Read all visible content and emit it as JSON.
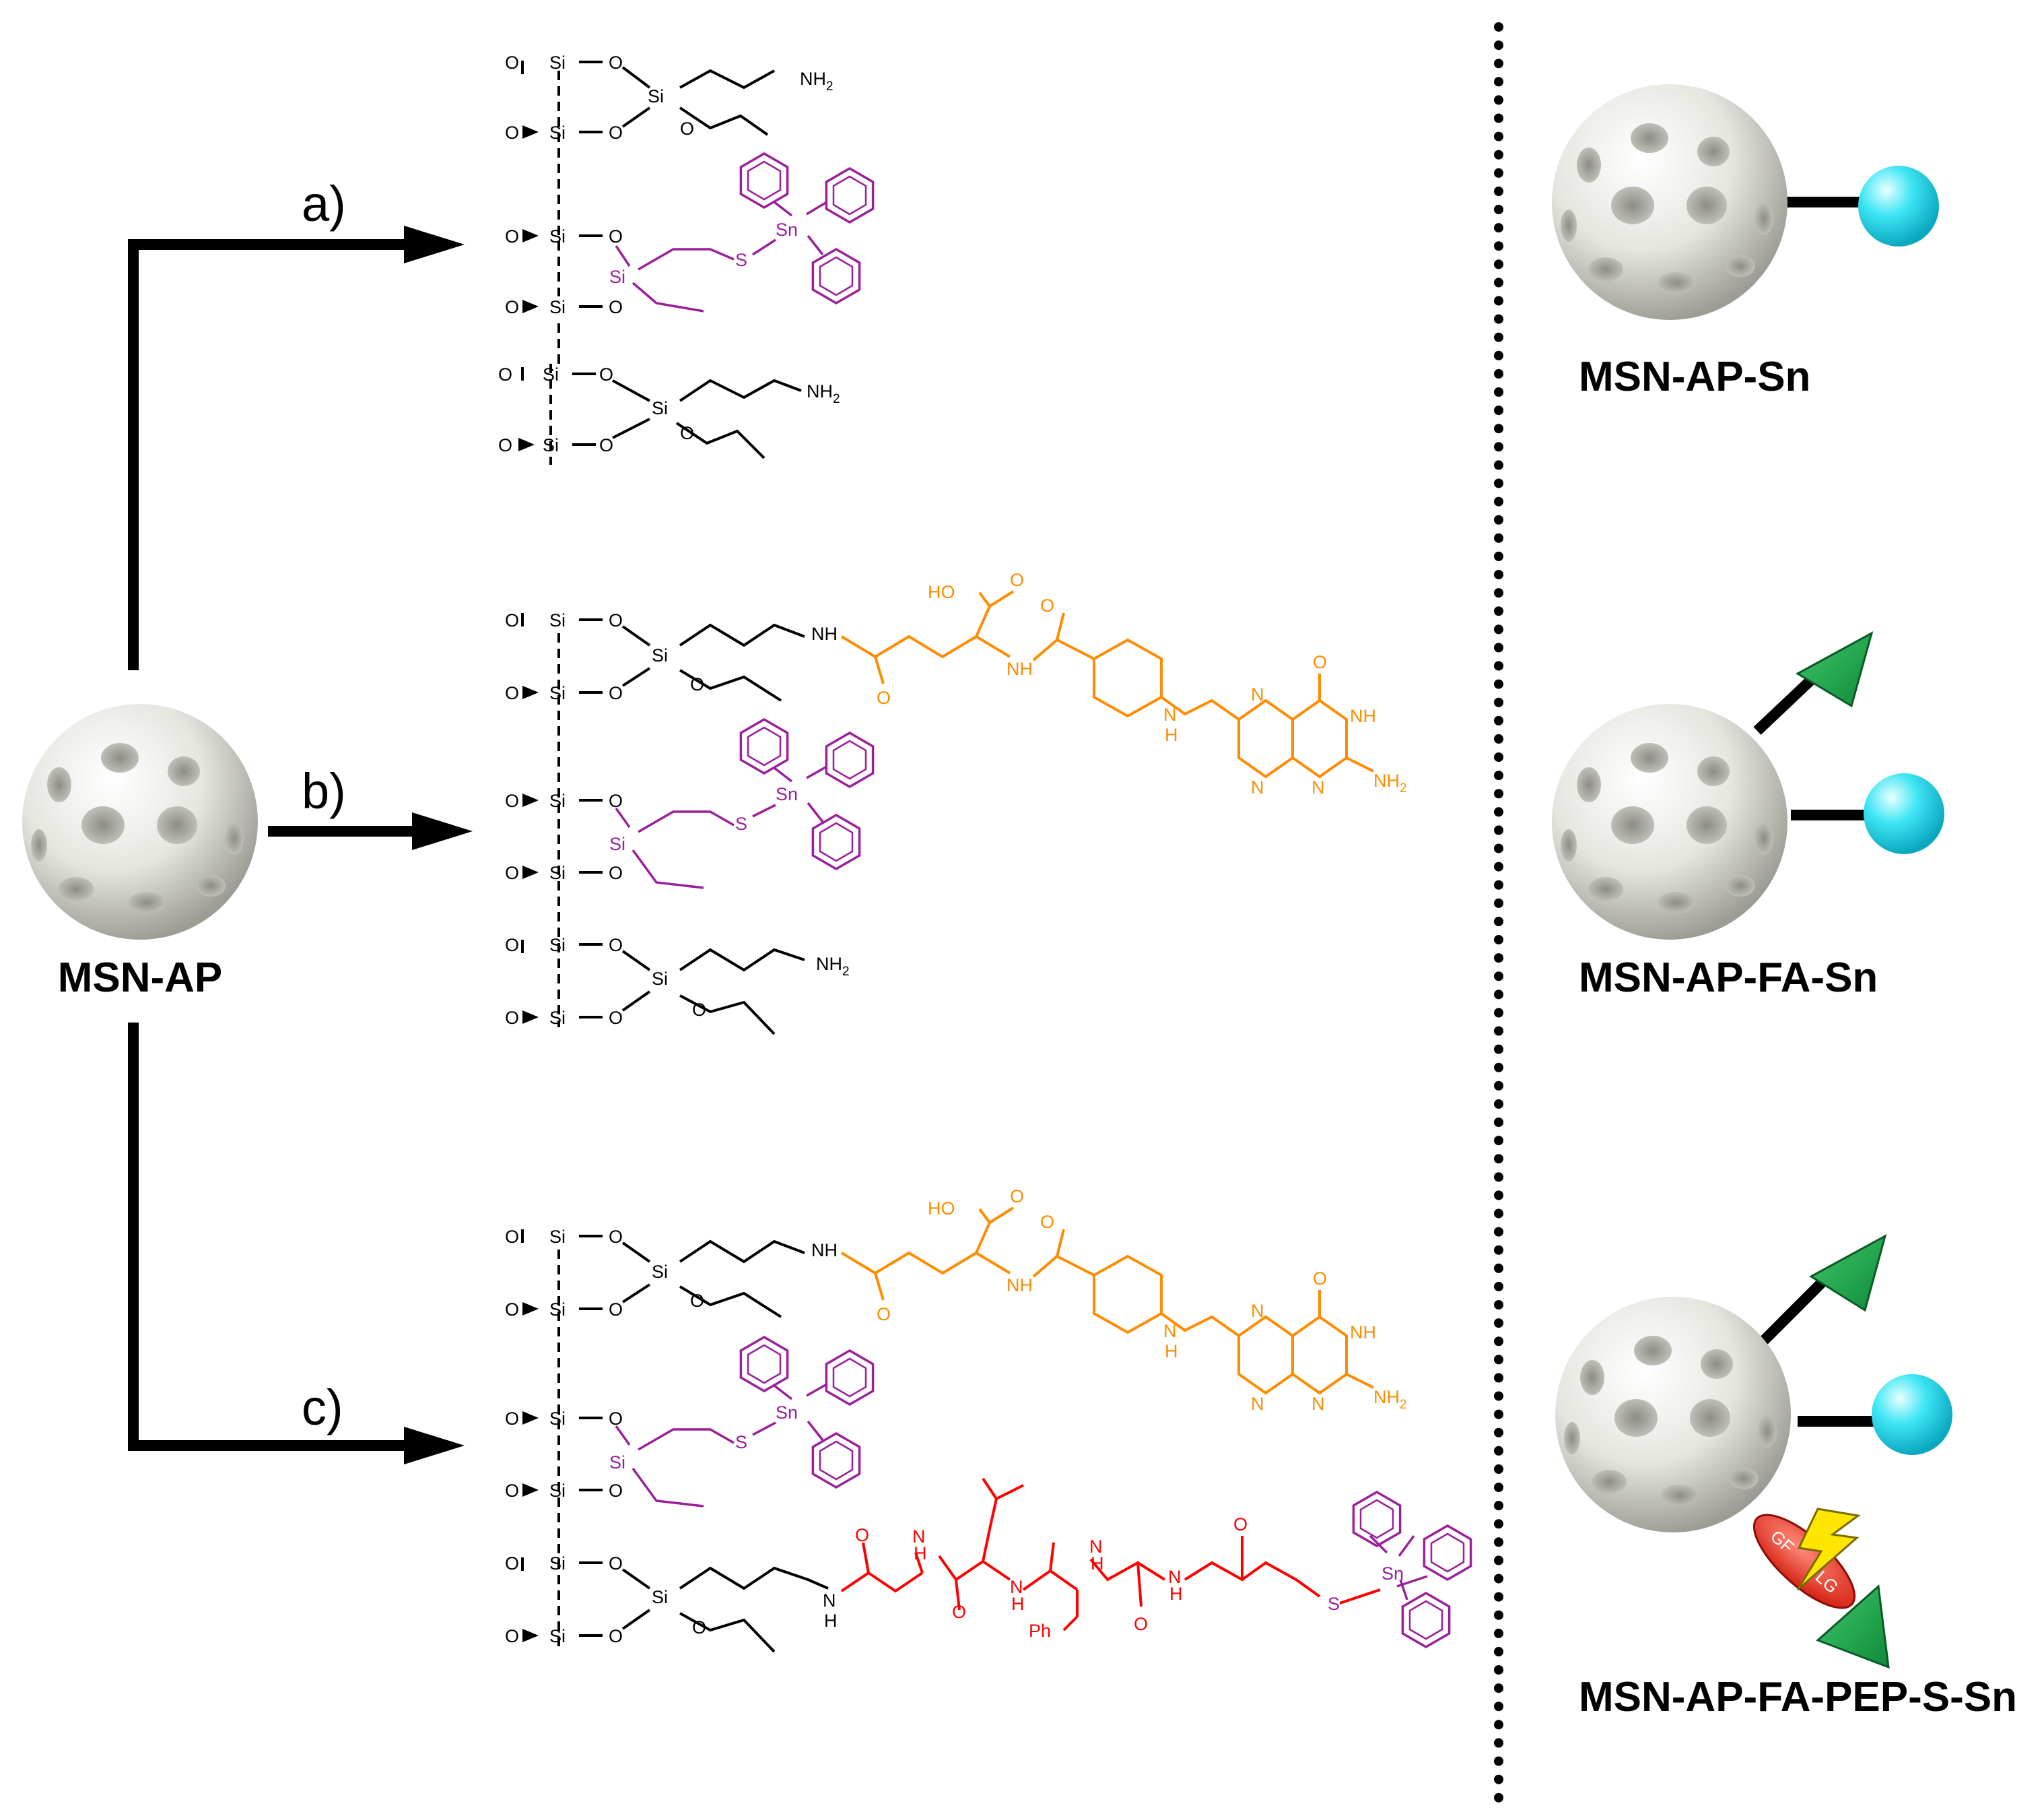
{
  "labels": {
    "start": "MSN-AP",
    "step_a": "a)",
    "step_b": "b)",
    "step_c": "c)",
    "product_a": "MSN-AP-Sn",
    "product_b": "MSN-AP-FA-Sn",
    "product_c": "MSN-AP-FA-PEP-S-Sn"
  },
  "chem": {
    "si": "Si",
    "o": "O",
    "s": "S",
    "sn": "Sn",
    "nh": "NH",
    "n": "N",
    "h": "H",
    "nh2_base": "NH",
    "nh2_sub": "2",
    "hoo": "HO",
    "ph": "Ph",
    "peptide_cleave_1": "GF",
    "peptide_cleave_2": "LG"
  },
  "colors": {
    "silica": "#000000",
    "tin": "#9b1f9b",
    "folate": "#ff8c00",
    "peptide": "#ff0000",
    "tin_sphere": "#19d5e8",
    "folate_triangle": "#1aa34a",
    "enzyme_bolt": "#ffe600"
  }
}
